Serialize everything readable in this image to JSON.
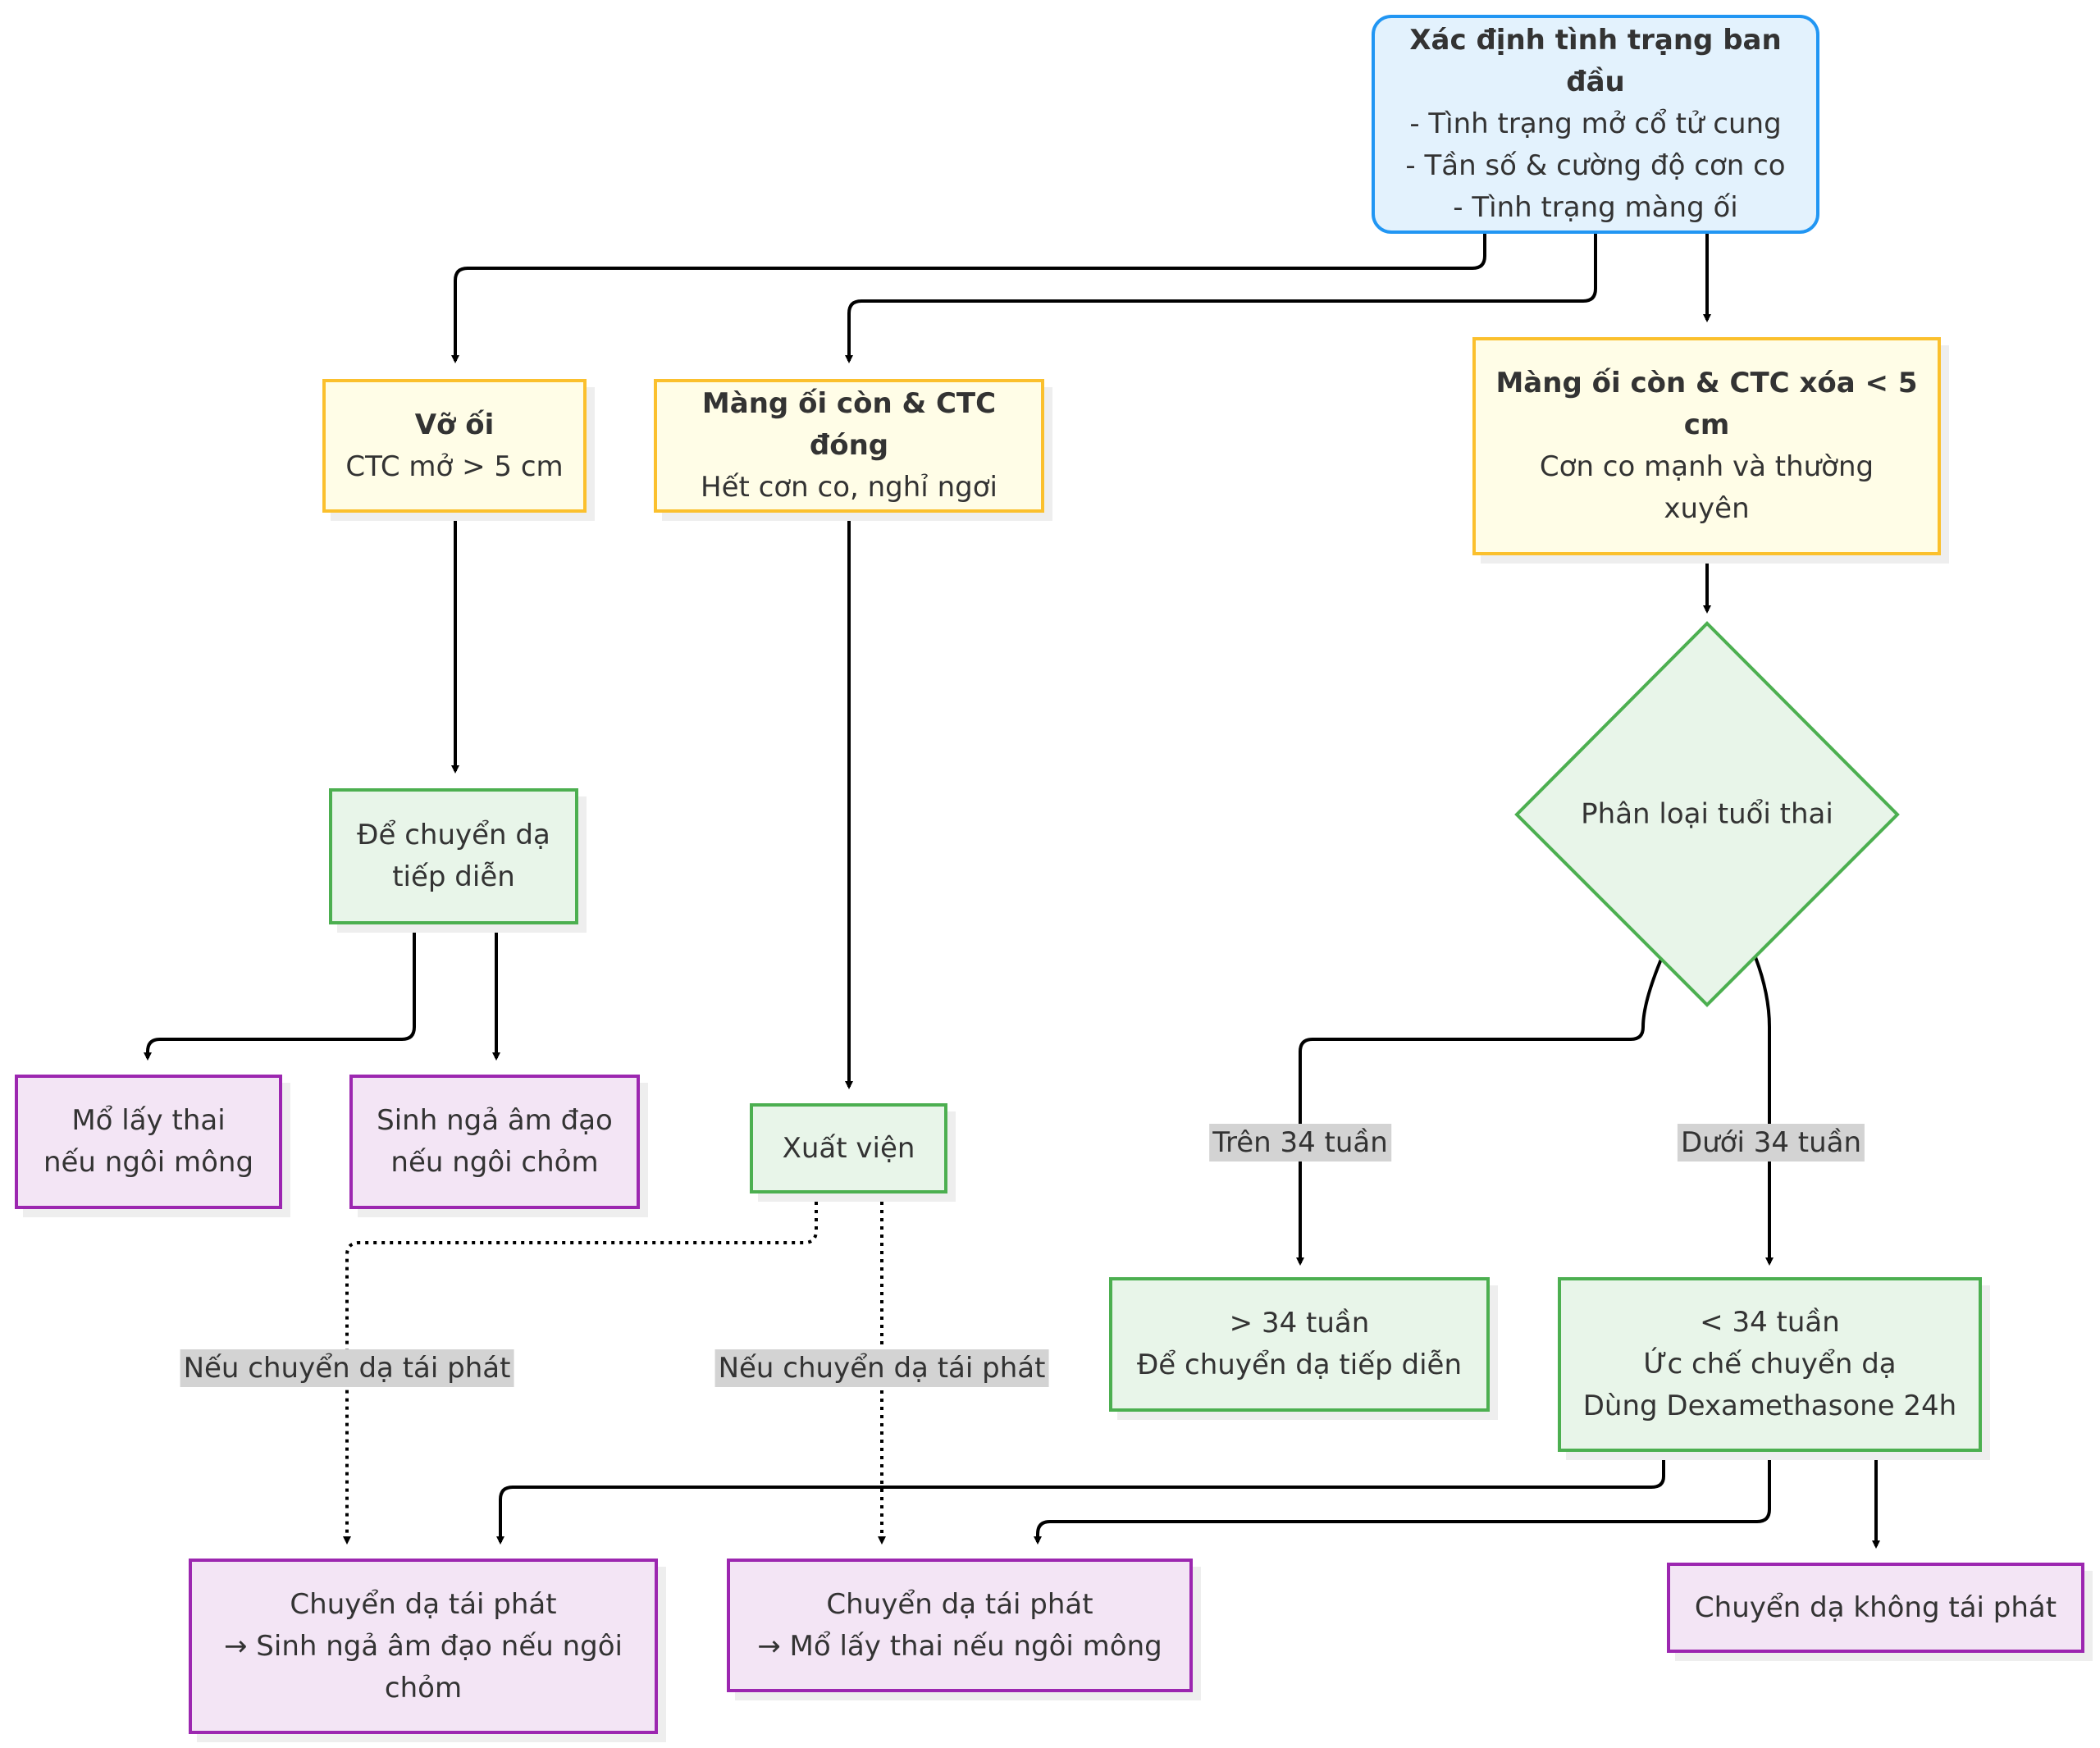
{
  "nodes": {
    "start": {
      "title": "Xác định tình trạng ban đầu",
      "lines": [
        "- Tình trạng mở cổ tử cung",
        "- Tần số & cường độ cơn co",
        "- Tình trạng màng ối"
      ]
    },
    "vo_oi": {
      "title": "Vỡ ối",
      "lines": [
        "CTC mở > 5 cm"
      ]
    },
    "mang_oi_dong": {
      "title": "Màng ối còn & CTC đóng",
      "lines": [
        "Hết cơn co, nghỉ ngơi"
      ]
    },
    "mang_oi_xoa": {
      "title_lines": [
        "Màng ối còn & CTC xóa < 5",
        "cm"
      ],
      "lines": [
        "Cơn co mạnh và thường",
        "xuyên"
      ]
    },
    "de_chuyen_da": {
      "lines": [
        "Để chuyển dạ",
        "tiếp diễn"
      ]
    },
    "phan_loai": {
      "label": "Phân loại tuổi thai"
    },
    "mo_lay_thai": {
      "lines": [
        "Mổ lấy thai",
        "nếu ngôi mông"
      ]
    },
    "sinh_nga": {
      "lines": [
        "Sinh ngả âm đạo",
        "nếu ngôi chỏm"
      ]
    },
    "xuat_vien": {
      "lines": [
        "Xuất viện"
      ]
    },
    "tren_34": {
      "lines": [
        "> 34 tuần",
        "Để chuyển dạ tiếp diễn"
      ]
    },
    "duoi_34": {
      "lines": [
        "< 34 tuần",
        "Ức chế chuyển dạ",
        "Dùng Dexamethasone 24h"
      ]
    },
    "tai_phat_1": {
      "lines": [
        "Chuyển dạ tái phát",
        "→ Sinh ngả âm đạo nếu ngôi",
        "chỏm"
      ]
    },
    "tai_phat_2": {
      "lines": [
        "Chuyển dạ tái phát",
        "→ Mổ lấy thai nếu ngôi mông"
      ]
    },
    "khong_tai_phat": {
      "lines": [
        "Chuyển dạ không tái phát"
      ]
    }
  },
  "edge_labels": {
    "tren_34": "Trên 34 tuần",
    "duoi_34": "Dưới 34 tuần",
    "neu_tai_phat_1": "Nếu chuyển dạ tái phát",
    "neu_tai_phat_2": "Nếu chuyển dạ tái phát"
  },
  "colors": {
    "start_fill": "#e3f2fd",
    "start_border": "#2196f3",
    "condition_fill": "#fffde7",
    "condition_border": "#fbc02d",
    "action_fill": "#e8f5e9",
    "action_border": "#4caf50",
    "outcome_fill": "#f3e5f5",
    "outcome_border": "#9c27b0",
    "edge_label_bg": "#d3d3d3",
    "edge": "#000000"
  }
}
